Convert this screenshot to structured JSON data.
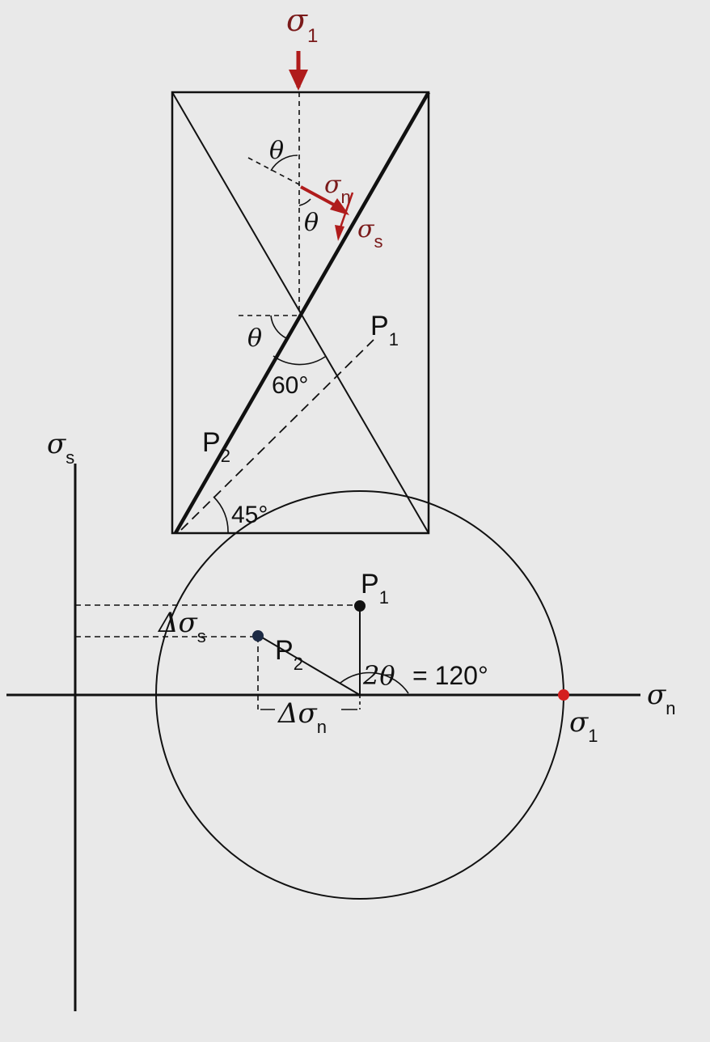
{
  "specimen": {
    "load_label": "σ",
    "load_sub": "1",
    "theta": "θ",
    "normal_label": "σ",
    "normal_sub": "n",
    "shear_label": "σ",
    "shear_sub": "s",
    "p1": "P",
    "p1_sub": "1",
    "p2": "P",
    "p2_sub": "2",
    "angle_60": "60°",
    "angle_45": "45°"
  },
  "mohr": {
    "axis_shear": "σ",
    "axis_shear_sub": "s",
    "axis_normal": "σ",
    "axis_normal_sub": "n",
    "p1": "P",
    "p1_sub": "1",
    "p2": "P",
    "p2_sub": "2",
    "delta_s": "Δσ",
    "delta_s_sub": "s",
    "delta_n": "Δσ",
    "delta_n_sub": "n",
    "two_theta": "2θ",
    "equals_120": "= 120°",
    "sigma1": "σ",
    "sigma1_sub": "1"
  },
  "colors": {
    "stress_arrow": "#b01c1c",
    "stress_text": "#7a1a1a",
    "sigma1_point": "#d42020",
    "p2_point": "#1c2a44",
    "p1_point": "#111111"
  }
}
